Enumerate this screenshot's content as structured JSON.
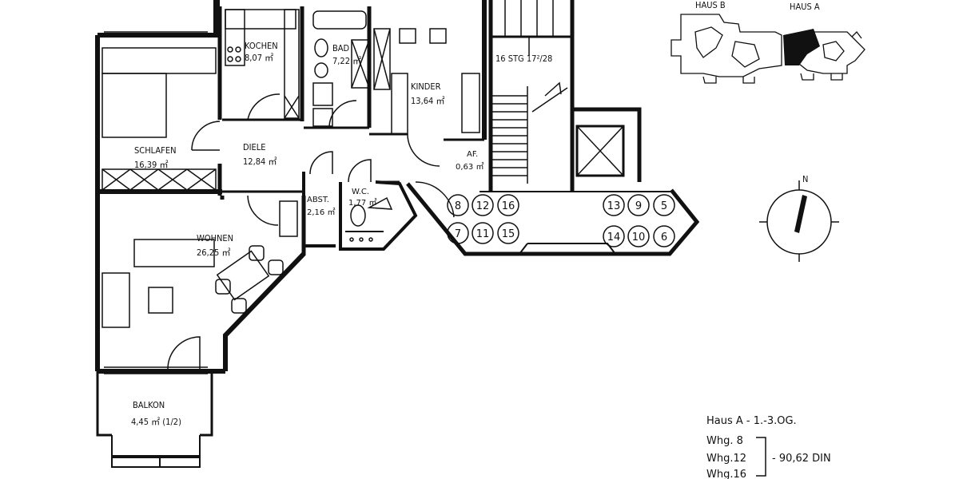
{
  "rooms": [
    {
      "name": "KOCHEN",
      "area": "8,07 ㎡"
    },
    {
      "name": "BAD",
      "area": "7,22 ㎡"
    },
    {
      "name": "KINDER",
      "area": "13,64 ㎡"
    },
    {
      "name": "SCHLAFEN",
      "area": "16,39 ㎡"
    },
    {
      "name": "DIELE",
      "area": "12,84 ㎡"
    },
    {
      "name": "AF.",
      "area": "0,63 ㎡"
    },
    {
      "name": "ABST.",
      "area": "2,16 ㎡"
    },
    {
      "name": "W.C.",
      "area": "1,77 ㎡"
    },
    {
      "name": "WOHNEN",
      "area": "26,25 ㎡"
    },
    {
      "name": "BALKON",
      "area": "4,45 ㎡ (1/2)"
    }
  ],
  "stair_label": "16 STG 17²/28",
  "unit_numbers_left": [
    "8",
    "12",
    "16",
    "7",
    "11",
    "15"
  ],
  "unit_numbers_right": [
    "13",
    "9",
    "5",
    "14",
    "10",
    "6"
  ],
  "site_labels": {
    "haus_b": "HAUS B",
    "haus_a": "HAUS A"
  },
  "north_label": "N",
  "legend": {
    "title": "Haus A - 1.-3.OG.",
    "units": [
      "Whg. 8",
      "Whg.12",
      "Whg.16"
    ],
    "area": "- 90,62 DIN"
  }
}
